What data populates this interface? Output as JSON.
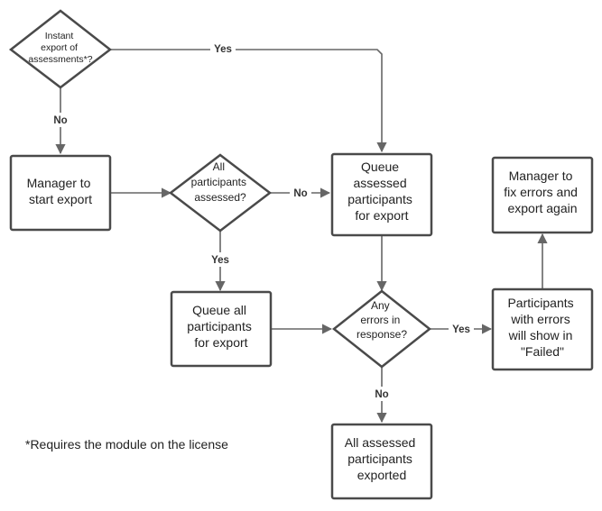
{
  "nodes": {
    "instant_export": [
      "Instant",
      "export of",
      "assessments*?"
    ],
    "manager_start": [
      "Manager to",
      "start export"
    ],
    "all_assessed": [
      "All",
      "participants",
      "assessed?"
    ],
    "queue_assessed": [
      "Queue",
      "assessed",
      "participants",
      "for export"
    ],
    "queue_all": [
      "Queue all",
      "participants",
      "for export"
    ],
    "any_errors": [
      "Any",
      "errors in",
      "response?"
    ],
    "all_exported": [
      "All assessed",
      "participants",
      "exported"
    ],
    "participants_failed": [
      "Participants",
      "with errors",
      "will show in",
      "\"Failed\""
    ],
    "manager_fix": [
      "Manager to",
      "fix errors and",
      "export again"
    ]
  },
  "edge_labels": {
    "instant_yes": "Yes",
    "instant_no": "No",
    "assessed_no": "No",
    "assessed_yes": "Yes",
    "errors_yes": "Yes",
    "errors_no": "No"
  },
  "footnote": "*Requires the module on the license"
}
